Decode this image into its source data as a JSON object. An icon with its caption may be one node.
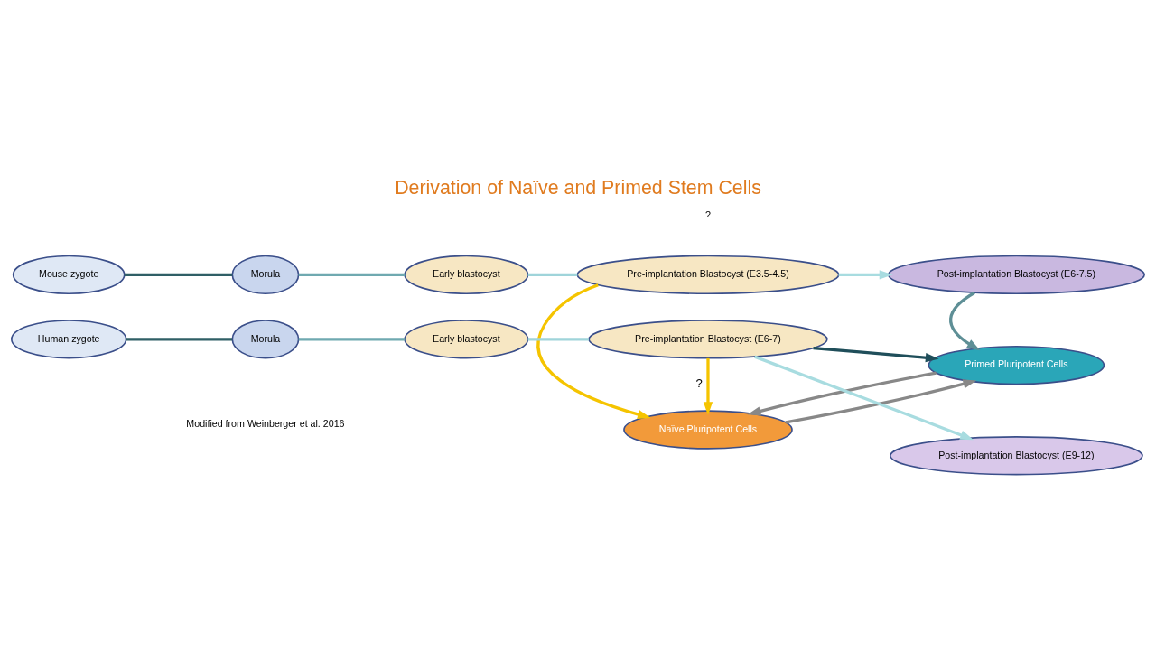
{
  "diagram": {
    "title": "Derivation of Naïve and Primed Stem Cells",
    "nodes": [
      {
        "text": [
          "Mouse zygote"
        ]
      },
      {
        "text": [
          "Morula"
        ]
      },
      {
        "text": [
          "Early blastocyst"
        ]
      },
      {
        "text": [
          "Pre-implantation Blastocyst (E3.5-4.5)"
        ]
      },
      {
        "text": [
          "Post-implantation Blastocyst (E6-7.5)"
        ]
      },
      {
        "text": [
          "Naïve Pluripotent Cells"
        ]
      },
      {
        "text": [
          "Primed Pluripotent Cells"
        ]
      },
      {
        "text": [
          "Human zygote"
        ]
      },
      {
        "text": [
          "Morula"
        ]
      },
      {
        "text": [
          "Early blastocyst"
        ]
      },
      {
        "text": [
          "Pre-implantation Blastocyst (E6-7)"
        ]
      },
      {
        "text": [
          "Post-implantation Blastocyst (E9-12)"
        ]
      }
    ],
    "edges": [
      {
        "from": 0,
        "to": 1,
        "arrow": "none",
        "color": "#2f5f66"
      },
      {
        "from": 1,
        "to": 2,
        "arrow": "none",
        "color": "#6fa9b0"
      },
      {
        "from": 2,
        "to": 3,
        "arrow": "none",
        "color": "#9fd4da"
      },
      {
        "from": 3,
        "to": 4,
        "arrow": "to",
        "color": "#a8dce0"
      },
      {
        "from": 3,
        "to": 5,
        "arrow": "to",
        "color": "#f5c400"
      },
      {
        "from": 4,
        "to": 6,
        "arrow": "to",
        "color": "#5e8f96"
      },
      {
        "from": 6,
        "to": 5,
        "arrow": "to",
        "color": "#888888"
      },
      {
        "from": 5,
        "to": 6,
        "arrow": "to",
        "color": "#888888"
      },
      {
        "from": 10,
        "to": 5,
        "arrow": "to",
        "label": "?",
        "color": "#f5c400"
      },
      {
        "from": 10,
        "to": 6,
        "arrow": "to",
        "color": "#1f4e5a"
      },
      {
        "from": 7,
        "to": 8,
        "arrow": "none",
        "color": "#2f5f66"
      },
      {
        "from": 8,
        "to": 9,
        "arrow": "none",
        "color": "#6fa9b0"
      },
      {
        "from": 9,
        "to": 10,
        "arrow": "none",
        "color": "#9fd4da"
      },
      {
        "from": 10,
        "to": 11,
        "arrow": "to",
        "color": "#a8dce0"
      }
    ],
    "labels": [
      "?",
      "Modified from Weinberger et al. 2016"
    ]
  }
}
